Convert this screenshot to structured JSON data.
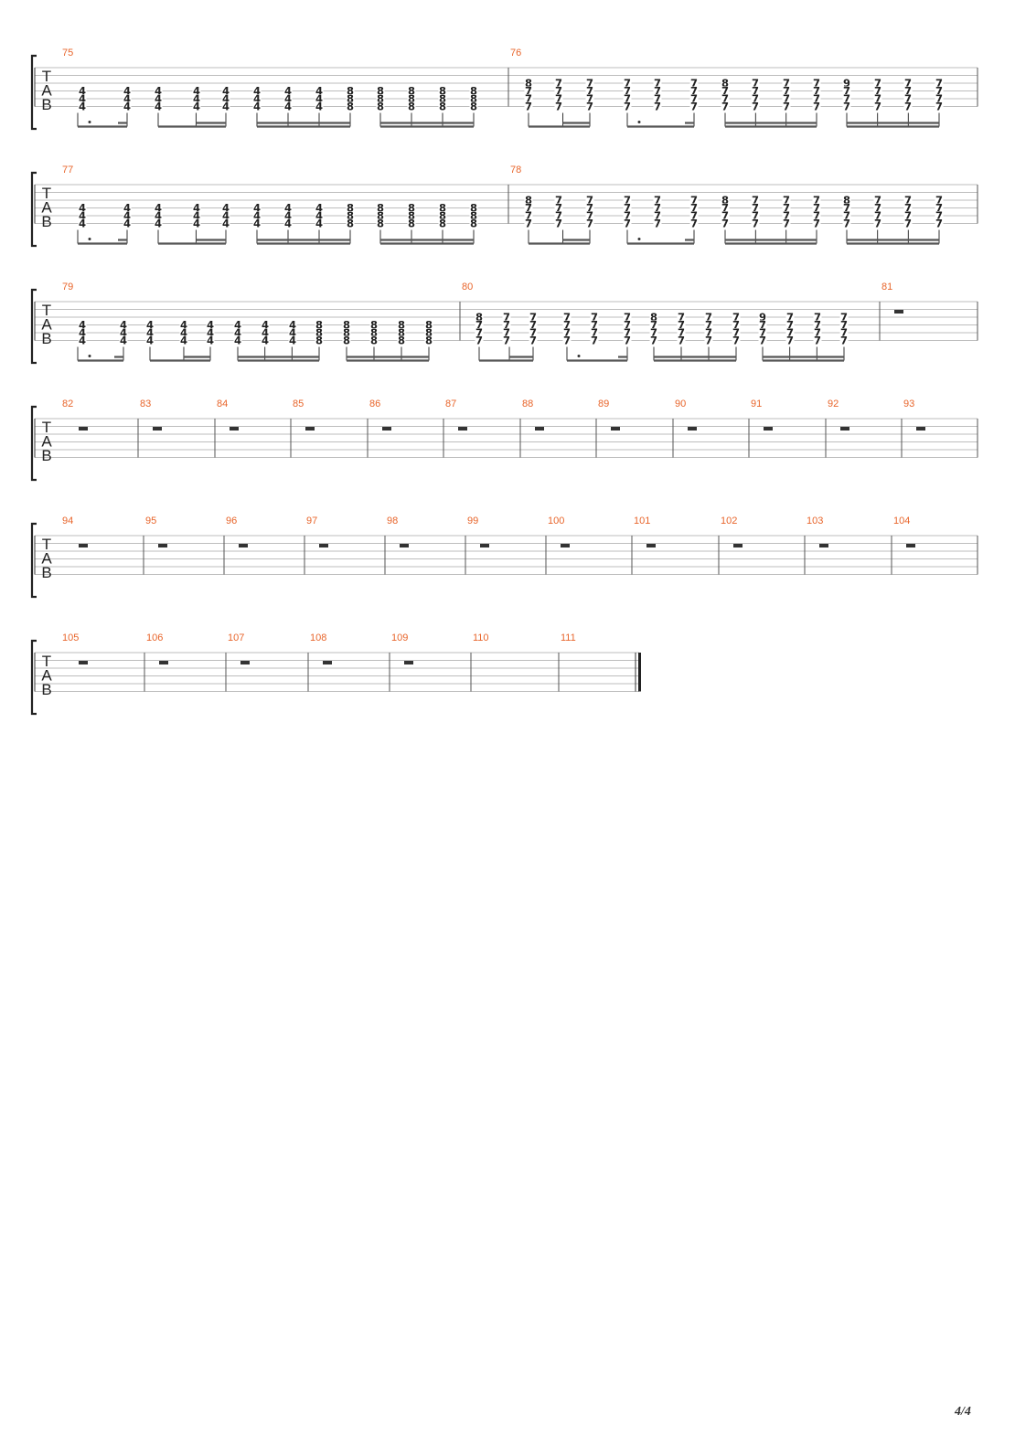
{
  "tab_clef": [
    "T",
    "A",
    "B"
  ],
  "page_number": "4/4",
  "chords": {
    "A": [
      "4",
      "4",
      "4"
    ],
    "B": [
      "8",
      "8",
      "8"
    ],
    "C": [
      "8",
      "7",
      "7",
      "7"
    ],
    "D": [
      "7",
      "7",
      "7",
      "7"
    ],
    "E": [
      "9",
      "7",
      "7",
      "7"
    ]
  },
  "rhythm_figures": {
    "dotted_eighth_sixteenth": 2,
    "eighth_two_sixteenths": 3,
    "four_sixteenths": 4
  },
  "riff_a": {
    "chords": [
      "A",
      "A",
      "A",
      "A",
      "A",
      "A",
      "A",
      "A",
      "B",
      "B",
      "B",
      "B",
      "B"
    ],
    "beats": [
      "dotted_eighth_sixteenth",
      "eighth_two_sixteenths",
      "four_sixteenths",
      "four_sixteenths"
    ]
  },
  "riff_b": {
    "beats": [
      "eighth_two_sixteenths",
      "dotted_eighth_sixteenth",
      "four_sixteenths",
      "four_sixteenths"
    ]
  },
  "systems": [
    {
      "measures": [
        {
          "number": "75",
          "riff": "riff_a"
        },
        {
          "number": "76",
          "riff": "riff_b",
          "chords": [
            "C",
            "D",
            "D",
            "D",
            "D",
            "D",
            "C",
            "D",
            "D",
            "D",
            "E",
            "D",
            "D",
            "D"
          ]
        }
      ]
    },
    {
      "measures": [
        {
          "number": "77",
          "riff": "riff_a"
        },
        {
          "number": "78",
          "riff": "riff_b",
          "chords": [
            "C",
            "D",
            "D",
            "D",
            "D",
            "D",
            "C",
            "D",
            "D",
            "D",
            "C",
            "D",
            "D",
            "D"
          ]
        }
      ]
    },
    {
      "measures": [
        {
          "number": "79",
          "riff": "riff_a"
        },
        {
          "number": "80",
          "riff": "riff_b",
          "chords": [
            "C",
            "D",
            "D",
            "D",
            "D",
            "D",
            "C",
            "D",
            "D",
            "D",
            "E",
            "D",
            "D",
            "D"
          ]
        },
        {
          "number": "81",
          "rest": true
        }
      ]
    },
    {
      "measures": [
        {
          "number": "82",
          "rest": true
        },
        {
          "number": "83",
          "rest": true
        },
        {
          "number": "84",
          "rest": true
        },
        {
          "number": "85",
          "rest": true
        },
        {
          "number": "86",
          "rest": true
        },
        {
          "number": "87",
          "rest": true
        },
        {
          "number": "88",
          "rest": true
        },
        {
          "number": "89",
          "rest": true
        },
        {
          "number": "90",
          "rest": true
        },
        {
          "number": "91",
          "rest": true
        },
        {
          "number": "92",
          "rest": true
        },
        {
          "number": "93",
          "rest": true
        }
      ]
    },
    {
      "measures": [
        {
          "number": "94",
          "rest": true
        },
        {
          "number": "95",
          "rest": true
        },
        {
          "number": "96",
          "rest": true
        },
        {
          "number": "97",
          "rest": true
        },
        {
          "number": "98",
          "rest": true
        },
        {
          "number": "99",
          "rest": true
        },
        {
          "number": "100",
          "rest": true
        },
        {
          "number": "101",
          "rest": true
        },
        {
          "number": "102",
          "rest": true
        },
        {
          "number": "103",
          "rest": true
        },
        {
          "number": "104",
          "rest": true
        }
      ]
    },
    {
      "measures": [
        {
          "number": "105",
          "rest": true
        },
        {
          "number": "106",
          "rest": true
        },
        {
          "number": "107",
          "rest": true
        },
        {
          "number": "108",
          "rest": true
        },
        {
          "number": "109",
          "rest": true
        },
        {
          "number": "110",
          "rest": false
        },
        {
          "number": "111",
          "rest": false
        }
      ],
      "final_barline": true
    }
  ]
}
